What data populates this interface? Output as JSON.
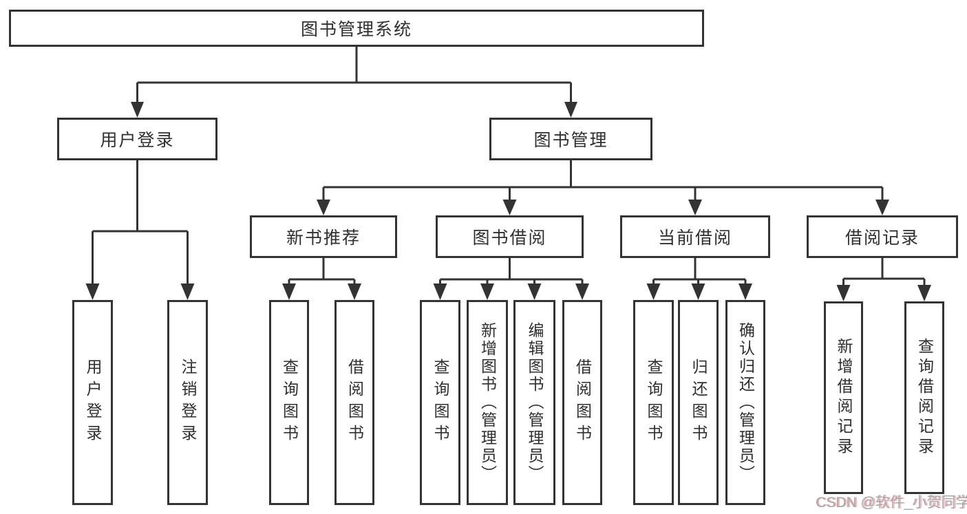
{
  "diagram_title": "图书管理系统",
  "nodes": {
    "root": "图书管理系统",
    "user_login": "用户登录",
    "book_management": "图书管理",
    "new_book_recommend": "新书推荐",
    "book_borrowing": "图书借阅",
    "current_borrowing": "当前借阅",
    "borrowing_records": "借阅记录",
    "leaf_user_login": "用户登录",
    "leaf_logout": "注销登录",
    "leaf_query_book_recommend": "查询图书",
    "leaf_borrow_book_recommend": "借阅图书",
    "leaf_query_book_borrowing": "查询图书",
    "leaf_add_book_admin": "新增图书（管理员）",
    "leaf_edit_book_admin": "编辑图书（管理员）",
    "leaf_borrow_book_borrowing": "借阅图书",
    "leaf_query_book_current": "查询图书",
    "leaf_return_book": "归还图书",
    "leaf_confirm_return_admin": "确认归还（管理员）",
    "leaf_add_borrow_record": "新增借阅记录",
    "leaf_query_borrow_record": "查询借阅记录"
  },
  "watermark": "CSDN @软件_小贺同学",
  "colors": {
    "line": "#333333",
    "box_background": "#ffffff",
    "text": "#2f2f2f",
    "watermark_text": "#a4a8ac"
  }
}
